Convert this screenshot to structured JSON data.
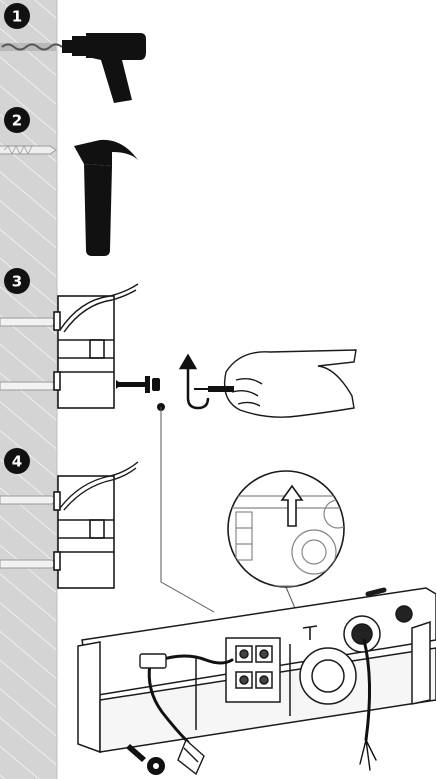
{
  "steps": [
    {
      "number": "1",
      "tool": "drill"
    },
    {
      "number": "2",
      "tool": "hammer"
    },
    {
      "number": "3",
      "tool": "screwdriver"
    },
    {
      "number": "4",
      "tool": "wall-box"
    }
  ],
  "colors": {
    "wall": "#d4d4d4",
    "wall_hatch": "#ffffff",
    "ink": "#1a1a1a",
    "badge": "#111111",
    "badge_text": "#ffffff"
  }
}
